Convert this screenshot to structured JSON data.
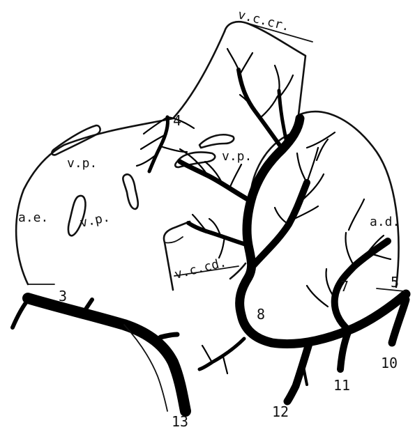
{
  "labels": {
    "vccr": "v.c.cr.",
    "vccd": "v.c.cd.",
    "vp1": "v.p.",
    "vp2": "v.p.",
    "vp3": "v.p.",
    "ae": "a.e.",
    "ad": "a.d."
  },
  "numbers": {
    "n3": "3",
    "n4": "4",
    "n5": "5",
    "n7": "7",
    "n8": "8",
    "n10": "10",
    "n11": "11",
    "n12": "12",
    "n13": "13"
  }
}
